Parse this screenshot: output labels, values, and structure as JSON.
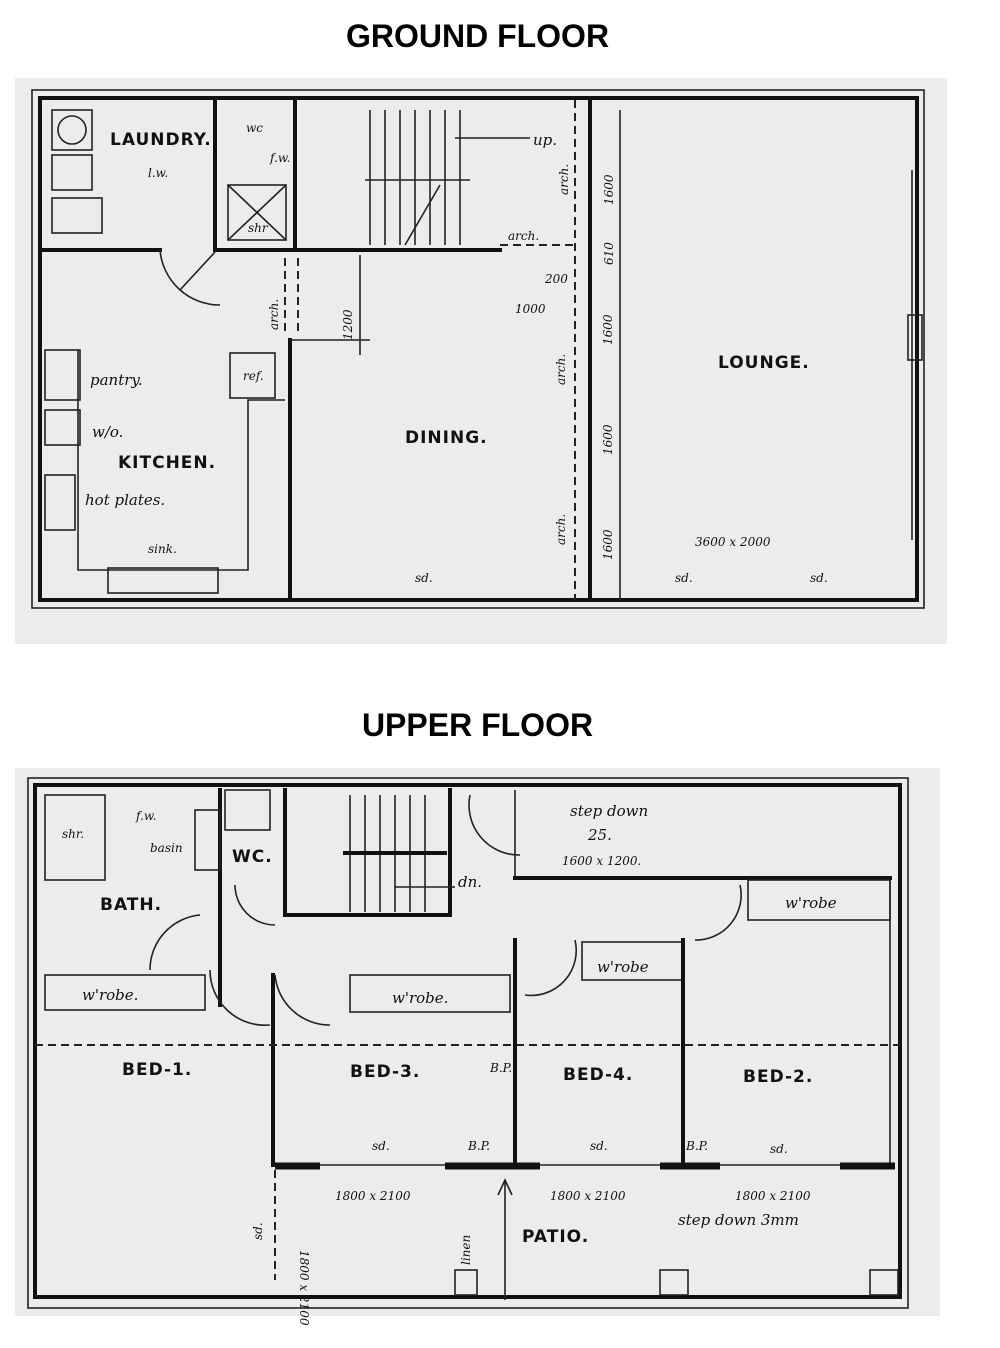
{
  "ground_floor": {
    "title": "GROUND FLOOR",
    "rooms": {
      "laundry": "LAUNDRY.",
      "kitchen": "KITCHEN.",
      "dining": "DINING.",
      "lounge": "LOUNGE."
    },
    "notes": {
      "up": "up.",
      "pantry": "pantry.",
      "wo": "w/o.",
      "hot_plates": "hot plates.",
      "sink": "sink.",
      "ref": "ref.",
      "lw": "l.w.",
      "fw": "f.w.",
      "shr": "shr",
      "wc": "wc",
      "arch1": "arch.",
      "arch2": "arch.",
      "arch3": "arch.",
      "arch4": "arch.",
      "arch5": "arch.",
      "sd1": "sd.",
      "sd2": "sd.",
      "sd3": "sd.",
      "window": "3600 x 2000"
    },
    "dimensions": {
      "d1200": "1200",
      "d1600a": "1600",
      "d610": "610",
      "d200": "200",
      "d1000": "1000",
      "d1600b": "1600",
      "d1600c": "1600",
      "d1600d": "1600"
    }
  },
  "upper_floor": {
    "title": "UPPER FLOOR",
    "rooms": {
      "bath": "BATH.",
      "wc": "WC.",
      "bed1": "BED-1.",
      "bed2": "BED-2.",
      "bed3": "BED-3.",
      "bed4": "BED-4.",
      "patio": "PATIO."
    },
    "notes": {
      "shr": "shr.",
      "fw": "f.w.",
      "basin": "basin",
      "dn": "dn.",
      "step_down": "step down",
      "step_25": "25.",
      "win_top": "1600 x 1200.",
      "wrobe1": "w'robe.",
      "wrobe3": "w'robe.",
      "wrobe4": "w'robe",
      "wrobe2": "w'robe",
      "bp1": "B.P.",
      "bp2": "B.P.",
      "bp3": "B.P.",
      "sd1": "sd.",
      "sd2": "sd.",
      "sd3": "sd.",
      "sd4": "sd.",
      "d1800a": "1800 x 2100",
      "d1800b": "1800 x 2100",
      "d1800c": "1800 x 2100",
      "d1800v": "1800 x 2100",
      "step_down_3mm": "step down 3mm",
      "linen": "linen"
    }
  }
}
